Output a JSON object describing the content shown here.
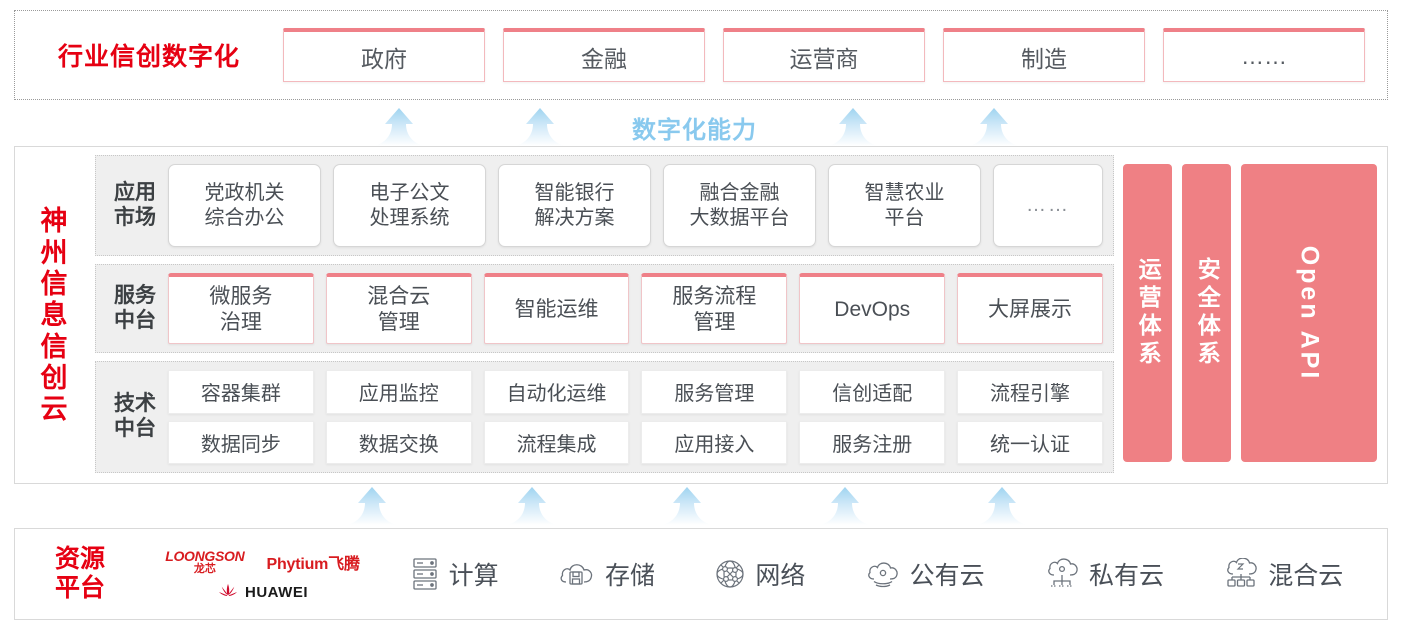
{
  "colors": {
    "brand_red": "#e60012",
    "pink": "#ef8084",
    "arrow_blue": "#9fd4f0",
    "band_gray": "#efefef",
    "text_dark": "#4a4f55"
  },
  "industry": {
    "title": "行业信创数字化",
    "boxes": [
      {
        "label": "政府"
      },
      {
        "label": "金融"
      },
      {
        "label": "运营商"
      },
      {
        "label": "制造"
      },
      {
        "label": "……"
      }
    ]
  },
  "capability": {
    "label": "数字化能力",
    "arrow_count_top": 4,
    "arrow_count_bottom": 5
  },
  "cloud": {
    "title": "神州信息信创云",
    "title_chars": [
      "神",
      "州",
      "信",
      "息",
      "信",
      "创",
      "云"
    ],
    "bands": [
      {
        "key": "app_market",
        "label": "应用市场",
        "label_lines": [
          "应用",
          "市场"
        ],
        "items": [
          {
            "lines": [
              "党政机关",
              "综合办公"
            ]
          },
          {
            "lines": [
              "电子公文",
              "处理系统"
            ]
          },
          {
            "lines": [
              "智能银行",
              "解决方案"
            ]
          },
          {
            "lines": [
              "融合金融",
              "大数据平台"
            ]
          },
          {
            "lines": [
              "智慧农业",
              "平台"
            ]
          },
          {
            "lines": [
              "……"
            ],
            "narrow": true
          }
        ]
      },
      {
        "key": "service_platform",
        "label": "服务中台",
        "label_lines": [
          "服务",
          "中台"
        ],
        "items": [
          {
            "lines": [
              "微服务",
              "治理"
            ]
          },
          {
            "lines": [
              "混合云",
              "管理"
            ]
          },
          {
            "lines": [
              "智能运维"
            ]
          },
          {
            "lines": [
              "服务流程",
              "管理"
            ]
          },
          {
            "lines": [
              "DevOps"
            ]
          },
          {
            "lines": [
              "大屏展示"
            ]
          }
        ]
      },
      {
        "key": "tech_platform",
        "label": "技术中台",
        "label_lines": [
          "技术",
          "中台"
        ],
        "rows": [
          [
            "容器集群",
            "应用监控",
            "自动化运维",
            "服务管理",
            "信创适配",
            "流程引擎"
          ],
          [
            "数据同步",
            "数据交换",
            "流程集成",
            "应用接入",
            "服务注册",
            "统一认证"
          ]
        ]
      }
    ],
    "pillars": [
      {
        "text": "运营体系",
        "orientation": "vertical-cn"
      },
      {
        "text": "安全体系",
        "orientation": "vertical-cn"
      },
      {
        "text": "Open API",
        "orientation": "rotated-en"
      }
    ]
  },
  "resource": {
    "title": "资源平台",
    "title_lines": [
      "资源",
      "平台"
    ],
    "vendors": [
      {
        "name": "LOONGSON",
        "cn": "龙芯",
        "icon": "loongson-logo"
      },
      {
        "name": "Phytium飞腾",
        "icon": "phytium-logo"
      },
      {
        "name": "HUAWEI",
        "icon": "huawei-logo"
      }
    ],
    "items": [
      {
        "label": "计算",
        "icon": "server-icon"
      },
      {
        "label": "存储",
        "icon": "cloud-storage-icon"
      },
      {
        "label": "网络",
        "icon": "network-mesh-icon"
      },
      {
        "label": "公有云",
        "icon": "public-cloud-icon"
      },
      {
        "label": "私有云",
        "icon": "private-cloud-icon"
      },
      {
        "label": "混合云",
        "icon": "hybrid-cloud-icon"
      }
    ]
  }
}
